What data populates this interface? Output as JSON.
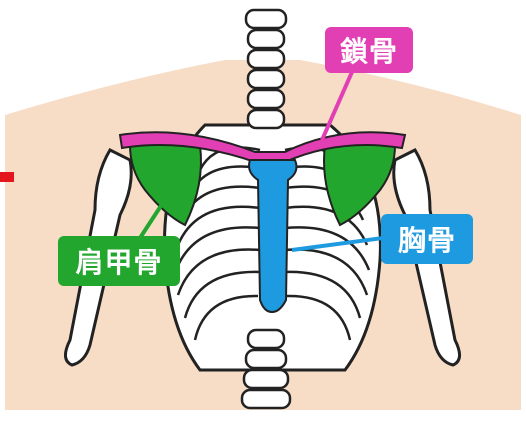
{
  "labels": {
    "clavicle": "鎖骨",
    "scapula": "肩甲骨",
    "sternum": "胸骨"
  },
  "colors": {
    "clavicle": "#e23fb5",
    "scapula": "#22a62e",
    "sternum": "#1e9be0",
    "skin": "#f7dcc6",
    "bone": "#ffffff",
    "outline": "#222222",
    "marker": "#e2161c"
  }
}
